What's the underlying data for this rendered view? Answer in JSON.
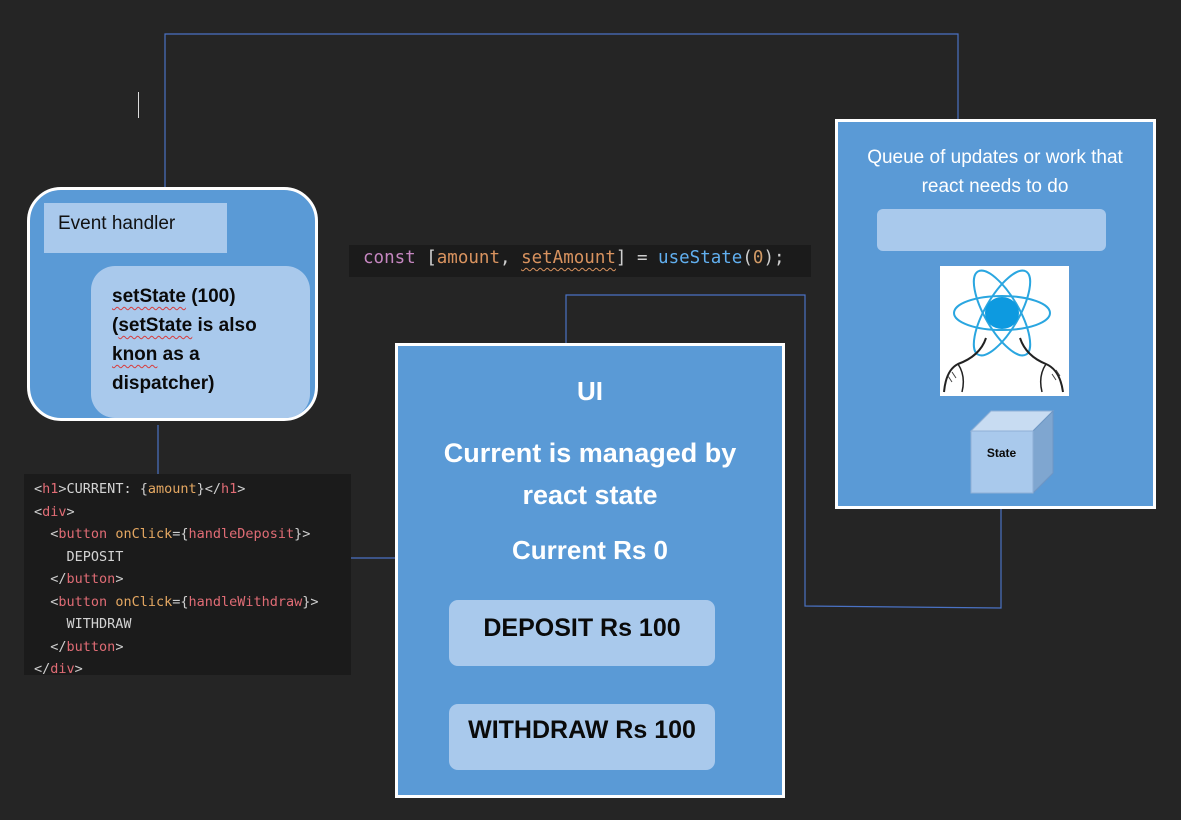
{
  "theme": {
    "background": "#252525",
    "box_blue": "#5a9ad6",
    "light_blue": "#a9c9ec",
    "connector_blue": "#4a72c4"
  },
  "event_handler": {
    "label": "Event handler",
    "set_state_call": "setState",
    "set_state_arg": " (100)",
    "paren_open": "(",
    "note_word": "setState",
    "note_rest": " is also",
    "misspelled": "knon",
    "note_line3_rest": " as a",
    "note_line4": "dispatcher)"
  },
  "code_use_state": {
    "kw_const": "const",
    "bracket_open": " [",
    "var_amount": "amount",
    "comma": ", ",
    "var_set_amount": "setAmount",
    "bracket_close": "] = ",
    "fn_use_state": "useState",
    "paren_open": "(",
    "num_zero": "0",
    "paren_close": ");"
  },
  "code_jsx": {
    "h1_tag": "h1",
    "current_text": "CURRENT: ",
    "amount_var": "amount",
    "div_tag": "div",
    "button_tag": "button",
    "onclick_attr": "onClick",
    "handle_deposit": "handleDeposit",
    "deposit_text": "DEPOSIT",
    "handle_withdraw": "handleWithdraw",
    "withdraw_text": "WITHDRAW"
  },
  "ui_panel": {
    "title": "UI",
    "subtitle_line1": "Current is managed by",
    "subtitle_line2": "react state",
    "current_value": "Current Rs 0",
    "deposit_button": "DEPOSIT Rs 100",
    "withdraw_button": "WITHDRAW Rs 100"
  },
  "queue_panel": {
    "title_line1": "Queue of updates or work that",
    "title_line2": "react needs to do",
    "state_label": "State",
    "react_icon": "react-head-icon",
    "state_cube_icon": "cube-icon"
  }
}
